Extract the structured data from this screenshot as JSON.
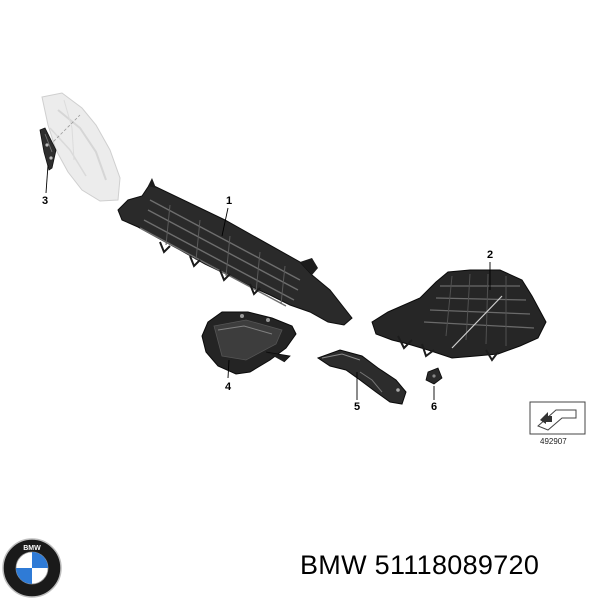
{
  "callouts": {
    "c1": "1",
    "c2": "2",
    "c3": "3",
    "c4": "4",
    "c5": "5",
    "c6": "6"
  },
  "reference_code": "492907",
  "footer": {
    "brand": "BMW",
    "part_number": "51118089720",
    "full_text": "BMW 51118089720"
  },
  "logo": {
    "lettering": "BMW",
    "colors": {
      "blue": "#1c69d4",
      "ring": "#111111",
      "white": "#ffffff"
    }
  },
  "colors": {
    "part_dark": "#262626",
    "part_mid": "#3a3a3a",
    "ghost_part": "#e2e2e2",
    "leader": "#000000"
  }
}
